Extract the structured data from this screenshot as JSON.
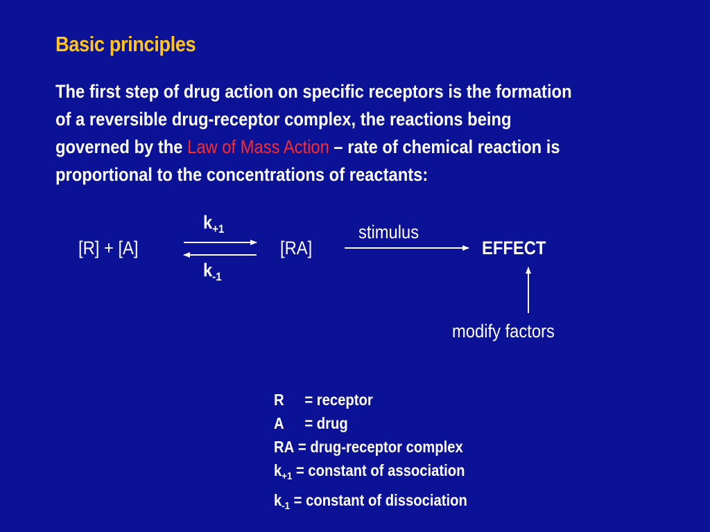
{
  "slide": {
    "title": "Basic principles",
    "paragraph": {
      "line1": "The first step of drug action on specific receptors is the formation",
      "line2": "of a reversible drug-receptor complex, the reactions being",
      "line3_before": "governed by the ",
      "line3_highlight": "Law of Mass Action",
      "line3_after": " – rate of chemical reaction is",
      "line4": "proportional to the concentrations of reactants:"
    },
    "equation": {
      "reactants": "[R] + [A]",
      "k_forward_base": "k",
      "k_forward_sub": "+1",
      "k_reverse_base": "k",
      "k_reverse_sub": "-1",
      "complex": "[RA]",
      "stimulus": "stimulus",
      "effect": "EFFECT",
      "modify": "modify factors"
    },
    "legend": [
      {
        "symbol": "R",
        "sub": "",
        "definition": " = receptor"
      },
      {
        "symbol": "A",
        "sub": "",
        "definition": " = drug"
      },
      {
        "symbol": "RA",
        "sub": "",
        "definition": " = drug-receptor complex"
      },
      {
        "symbol": "k",
        "sub": "+1",
        "definition": " = constant of association"
      },
      {
        "symbol": "k",
        "sub": "-1",
        "definition": " = constant of dissociation"
      }
    ],
    "colors": {
      "background": "#0b1296",
      "title": "#ffc51e",
      "highlight": "#ff2b2b",
      "text": "#ffffff"
    }
  }
}
